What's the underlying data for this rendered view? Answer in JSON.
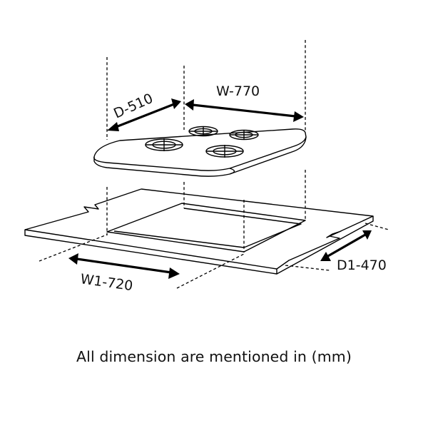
{
  "dimensions": {
    "depth_top": "D-510",
    "width_top": "W-770",
    "depth_cutout": "D1-470",
    "width_cutout": "W1-720"
  },
  "caption": "All dimension are mentioned in (mm)",
  "colors": {
    "line": "#000000",
    "background": "#ffffff"
  }
}
